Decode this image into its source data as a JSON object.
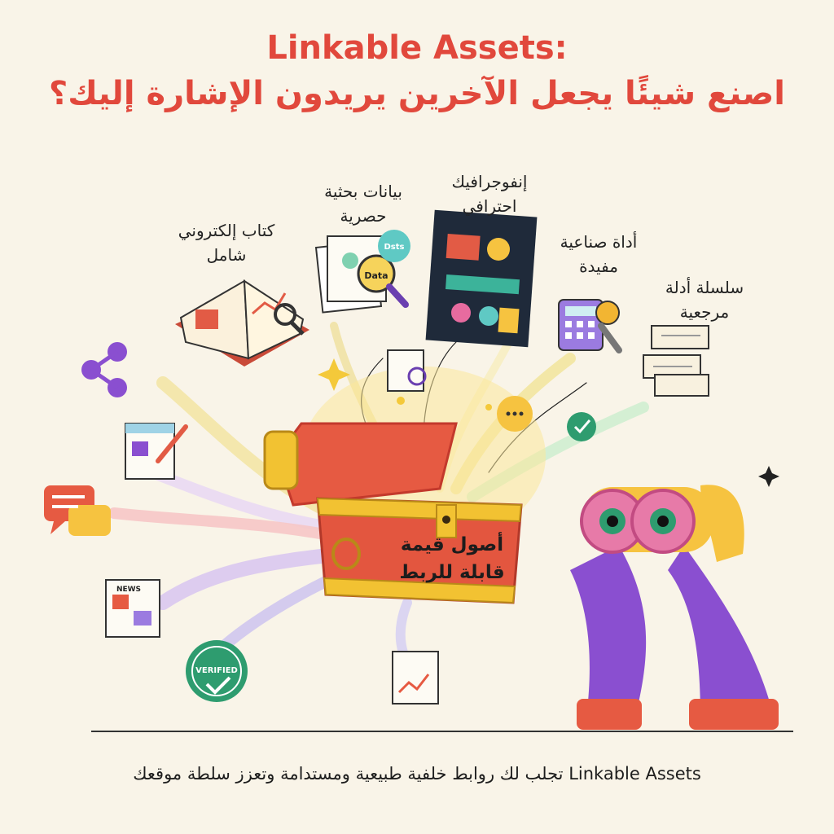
{
  "header": {
    "title_en": "Linkable Assets:",
    "title_ar": "اصنع شيئًا يجعل الآخرين يريدون الإشارة إليك؟"
  },
  "assets": {
    "ebook": {
      "line1": "كتاب إلكتروني",
      "line2": "شامل"
    },
    "research_data": {
      "line1": "بيانات بحثية",
      "line2": "حصرية"
    },
    "infographic": {
      "line1": "إنفوجرافيك",
      "line2": "احترافي"
    },
    "tool": {
      "line1": "أداة صناعية",
      "line2": "مفيدة"
    },
    "reference_series": {
      "line1": "سلسلة أدلة",
      "line2": "مرجعية"
    }
  },
  "chest": {
    "line1": "أصول قيمة",
    "line2": "قابلة للربط"
  },
  "icons": {
    "data_bubble": "Data",
    "stats_bubble": "Dsts",
    "news_label": "NEWS",
    "verified_label": "VERIFIED"
  },
  "footer": {
    "caption": "Linkable Assets تجلب لك روابط خلفية طبيعية ومستدامة وتعزز سلطة موقعك"
  },
  "colors": {
    "title": "#e1483c",
    "chest": "#e3563f",
    "gold": "#f2c232",
    "purple": "#8a4fd0",
    "teal": "#1f8f70",
    "background": "#f9f4e8"
  }
}
